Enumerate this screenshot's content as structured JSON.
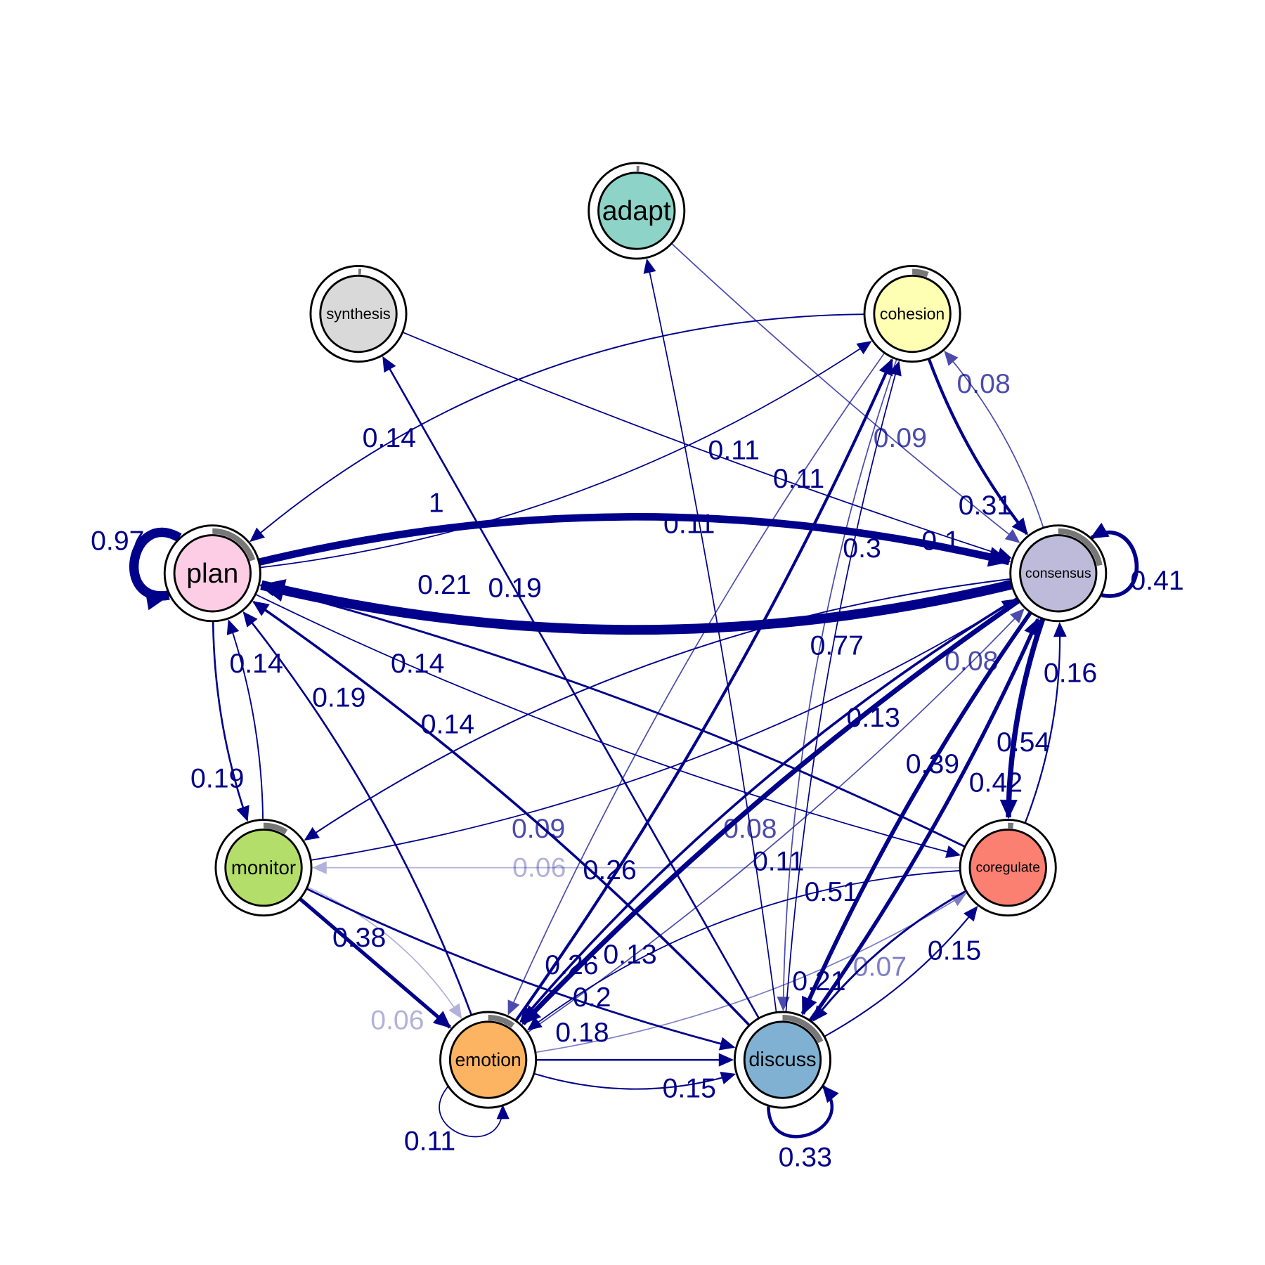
{
  "edge_color": "#00008B",
  "nodes": [
    {
      "id": "adapt",
      "label": "adapt",
      "color": "#8DD3C7",
      "pie": 0.01
    },
    {
      "id": "synthesis",
      "label": "synthesis",
      "color": "#D9D9D9",
      "pie": 0.01
    },
    {
      "id": "cohesion",
      "label": "cohesion",
      "color": "#FFFFB3",
      "pie": 0.06
    },
    {
      "id": "plan",
      "label": "plan",
      "color": "#FCCDE5",
      "pie": 0.2
    },
    {
      "id": "consensus",
      "label": "consensus",
      "color": "#BEBADA",
      "pie": 0.22
    },
    {
      "id": "monitor",
      "label": "monitor",
      "color": "#B3DE69",
      "pie": 0.09
    },
    {
      "id": "coregulate",
      "label": "coregulate",
      "color": "#FB8072",
      "pie": 0.02
    },
    {
      "id": "emotion",
      "label": "emotion",
      "color": "#FDB462",
      "pie": 0.1
    },
    {
      "id": "discuss",
      "label": "discuss",
      "color": "#80B1D3",
      "pie": 0.18
    }
  ],
  "edges": [
    {
      "from": "plan",
      "to": "plan",
      "weight": 0.97,
      "label": "0.97"
    },
    {
      "from": "consensus",
      "to": "consensus",
      "weight": 0.41,
      "label": "0.41"
    },
    {
      "from": "emotion",
      "to": "emotion",
      "weight": 0.11,
      "label": "0.11"
    },
    {
      "from": "discuss",
      "to": "discuss",
      "weight": 0.33,
      "label": "0.33"
    },
    {
      "from": "consensus",
      "to": "plan",
      "weight": 1.0,
      "label": "1"
    },
    {
      "from": "plan",
      "to": "consensus",
      "weight": 0.77,
      "label": "0.77"
    },
    {
      "from": "cohesion",
      "to": "plan",
      "weight": 0.14,
      "label": "0.14"
    },
    {
      "from": "synthesis",
      "to": "consensus",
      "weight": 0.11,
      "label": "0.11"
    },
    {
      "from": "plan",
      "to": "cohesion",
      "weight": 0.11,
      "label": "0.11"
    },
    {
      "from": "adapt",
      "to": "consensus",
      "weight": 0.09,
      "label": "0.09"
    },
    {
      "from": "consensus",
      "to": "cohesion",
      "weight": 0.08,
      "label": "0.08"
    },
    {
      "from": "cohesion",
      "to": "consensus",
      "weight": 0.31,
      "label": "0.31"
    },
    {
      "from": "emotion",
      "to": "cohesion",
      "weight": 0.3,
      "label": "0.3"
    },
    {
      "from": "discuss",
      "to": "cohesion",
      "weight": 0.1,
      "label": "0.1"
    },
    {
      "from": "discuss",
      "to": "adapt",
      "weight": 0.11,
      "label": "0.11"
    },
    {
      "from": "discuss",
      "to": "synthesis",
      "weight": 0.19,
      "label": "0.19"
    },
    {
      "from": "coregulate",
      "to": "plan",
      "weight": 0.21,
      "label": "0.21"
    },
    {
      "from": "consensus",
      "to": "monitor",
      "weight": 0.14,
      "label": "0.14"
    },
    {
      "from": "plan",
      "to": "monitor",
      "weight": 0.19,
      "label": "0.19"
    },
    {
      "from": "monitor",
      "to": "plan",
      "weight": 0.14,
      "label": "0.14"
    },
    {
      "from": "emotion",
      "to": "plan",
      "weight": 0.19,
      "label": "0.19"
    },
    {
      "from": "discuss",
      "to": "plan",
      "weight": 0.14,
      "label": "0.14"
    },
    {
      "from": "discuss",
      "to": "plan",
      "weight": 0.26,
      "label": "0.26"
    },
    {
      "from": "monitor",
      "to": "emotion",
      "weight": 0.38,
      "label": "0.38"
    },
    {
      "from": "monitor",
      "to": "discuss",
      "weight": 0.2,
      "label": "0.2"
    },
    {
      "from": "monitor",
      "to": "emotion",
      "weight": 0.06,
      "label": "0.06"
    },
    {
      "from": "consensus",
      "to": "emotion",
      "weight": 0.26,
      "label": "0.26"
    },
    {
      "from": "coregulate",
      "to": "monitor",
      "weight": 0.06,
      "label": "0.06"
    },
    {
      "from": "cohesion",
      "to": "emotion",
      "weight": 0.09,
      "label": "0.09"
    },
    {
      "from": "cohesion",
      "to": "discuss",
      "weight": 0.08,
      "label": "0.08"
    },
    {
      "from": "plan",
      "to": "coregulate",
      "weight": 0.11,
      "label": "0.11"
    },
    {
      "from": "coregulate",
      "to": "emotion",
      "weight": 0.13,
      "label": "0.13"
    },
    {
      "from": "consensus",
      "to": "emotion",
      "weight": 0.51,
      "label": "0.51"
    },
    {
      "from": "discuss",
      "to": "consensus",
      "weight": 0.39,
      "label": "0.39"
    },
    {
      "from": "consensus",
      "to": "discuss",
      "weight": 0.42,
      "label": "0.42"
    },
    {
      "from": "consensus",
      "to": "coregulate",
      "weight": 0.54,
      "label": "0.54"
    },
    {
      "from": "coregulate",
      "to": "consensus",
      "weight": 0.16,
      "label": "0.16"
    },
    {
      "from": "monitor",
      "to": "consensus",
      "weight": 0.13,
      "label": "0.13"
    },
    {
      "from": "emotion",
      "to": "consensus",
      "weight": 0.08,
      "label": "0.08"
    },
    {
      "from": "emotion",
      "to": "discuss",
      "weight": 0.18,
      "label": "0.18"
    },
    {
      "from": "emotion",
      "to": "discuss",
      "weight": 0.15,
      "label": "0.15"
    },
    {
      "from": "discuss",
      "to": "coregulate",
      "weight": 0.15,
      "label": "0.15"
    },
    {
      "from": "coregulate",
      "to": "discuss",
      "weight": 0.21,
      "label": "0.21"
    },
    {
      "from": "emotion",
      "to": "coregulate",
      "weight": 0.07,
      "label": "0.07"
    }
  ]
}
